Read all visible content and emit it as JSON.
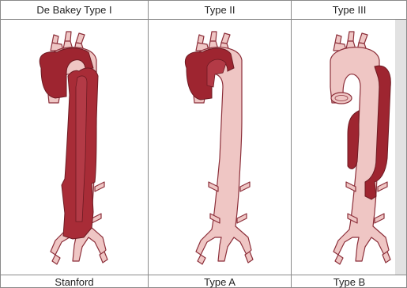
{
  "header": {
    "col1": "De Bakey Type I",
    "col2": "Type II",
    "col3": "Type III"
  },
  "footer": {
    "col1": "Stanford",
    "col2": "Type A",
    "col3": "Type B"
  },
  "colors": {
    "aorta_light": "#efc6c4",
    "aorta_outline": "#8c2f3a",
    "dissection_dark": "#9e2530",
    "dissection_mid": "#b33a46",
    "grid_line": "#8a8a8a",
    "shadow": "#e2e2e2"
  }
}
